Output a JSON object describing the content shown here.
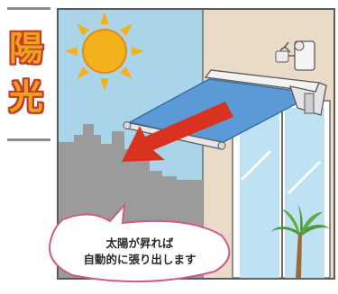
{
  "title": {
    "line1": "陽",
    "line2": "光"
  },
  "bubble": {
    "line1": "太陽が昇れば",
    "line2": "自動的に張り出します"
  },
  "colors": {
    "sky": "#a9d4ea",
    "wall": "#eadbc9",
    "awning": "#5b9ad6",
    "arrow": "#d9331f",
    "sun": "#f3b21c",
    "title_fill": "#e9a21c",
    "title_outline": "#c6372b",
    "bubble_border": "#d05a8a"
  },
  "icons": [
    "sun-icon",
    "light-sensor-icon",
    "arrow-icon",
    "palm-tree-icon"
  ]
}
